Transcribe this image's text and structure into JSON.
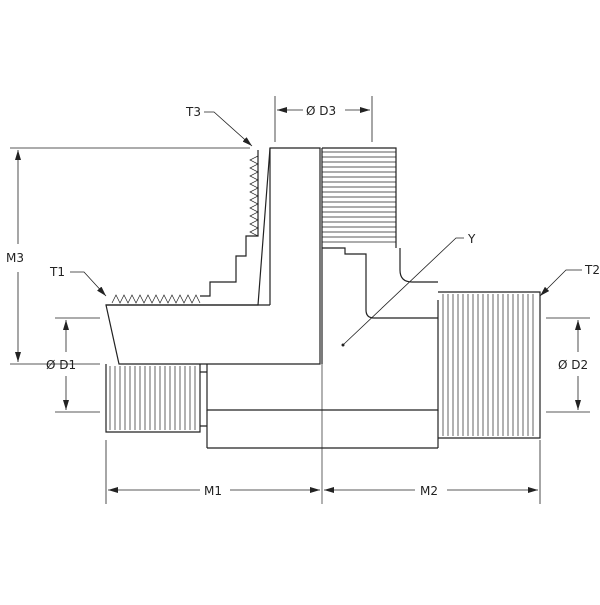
{
  "labels": {
    "t3": "T3",
    "d3": "Ø D3",
    "m3": "M3",
    "t1": "T1",
    "y": "Y",
    "t2": "T2",
    "d1": "Ø D1",
    "d2": "Ø D2",
    "m1": "M1",
    "m2": "M2"
  }
}
